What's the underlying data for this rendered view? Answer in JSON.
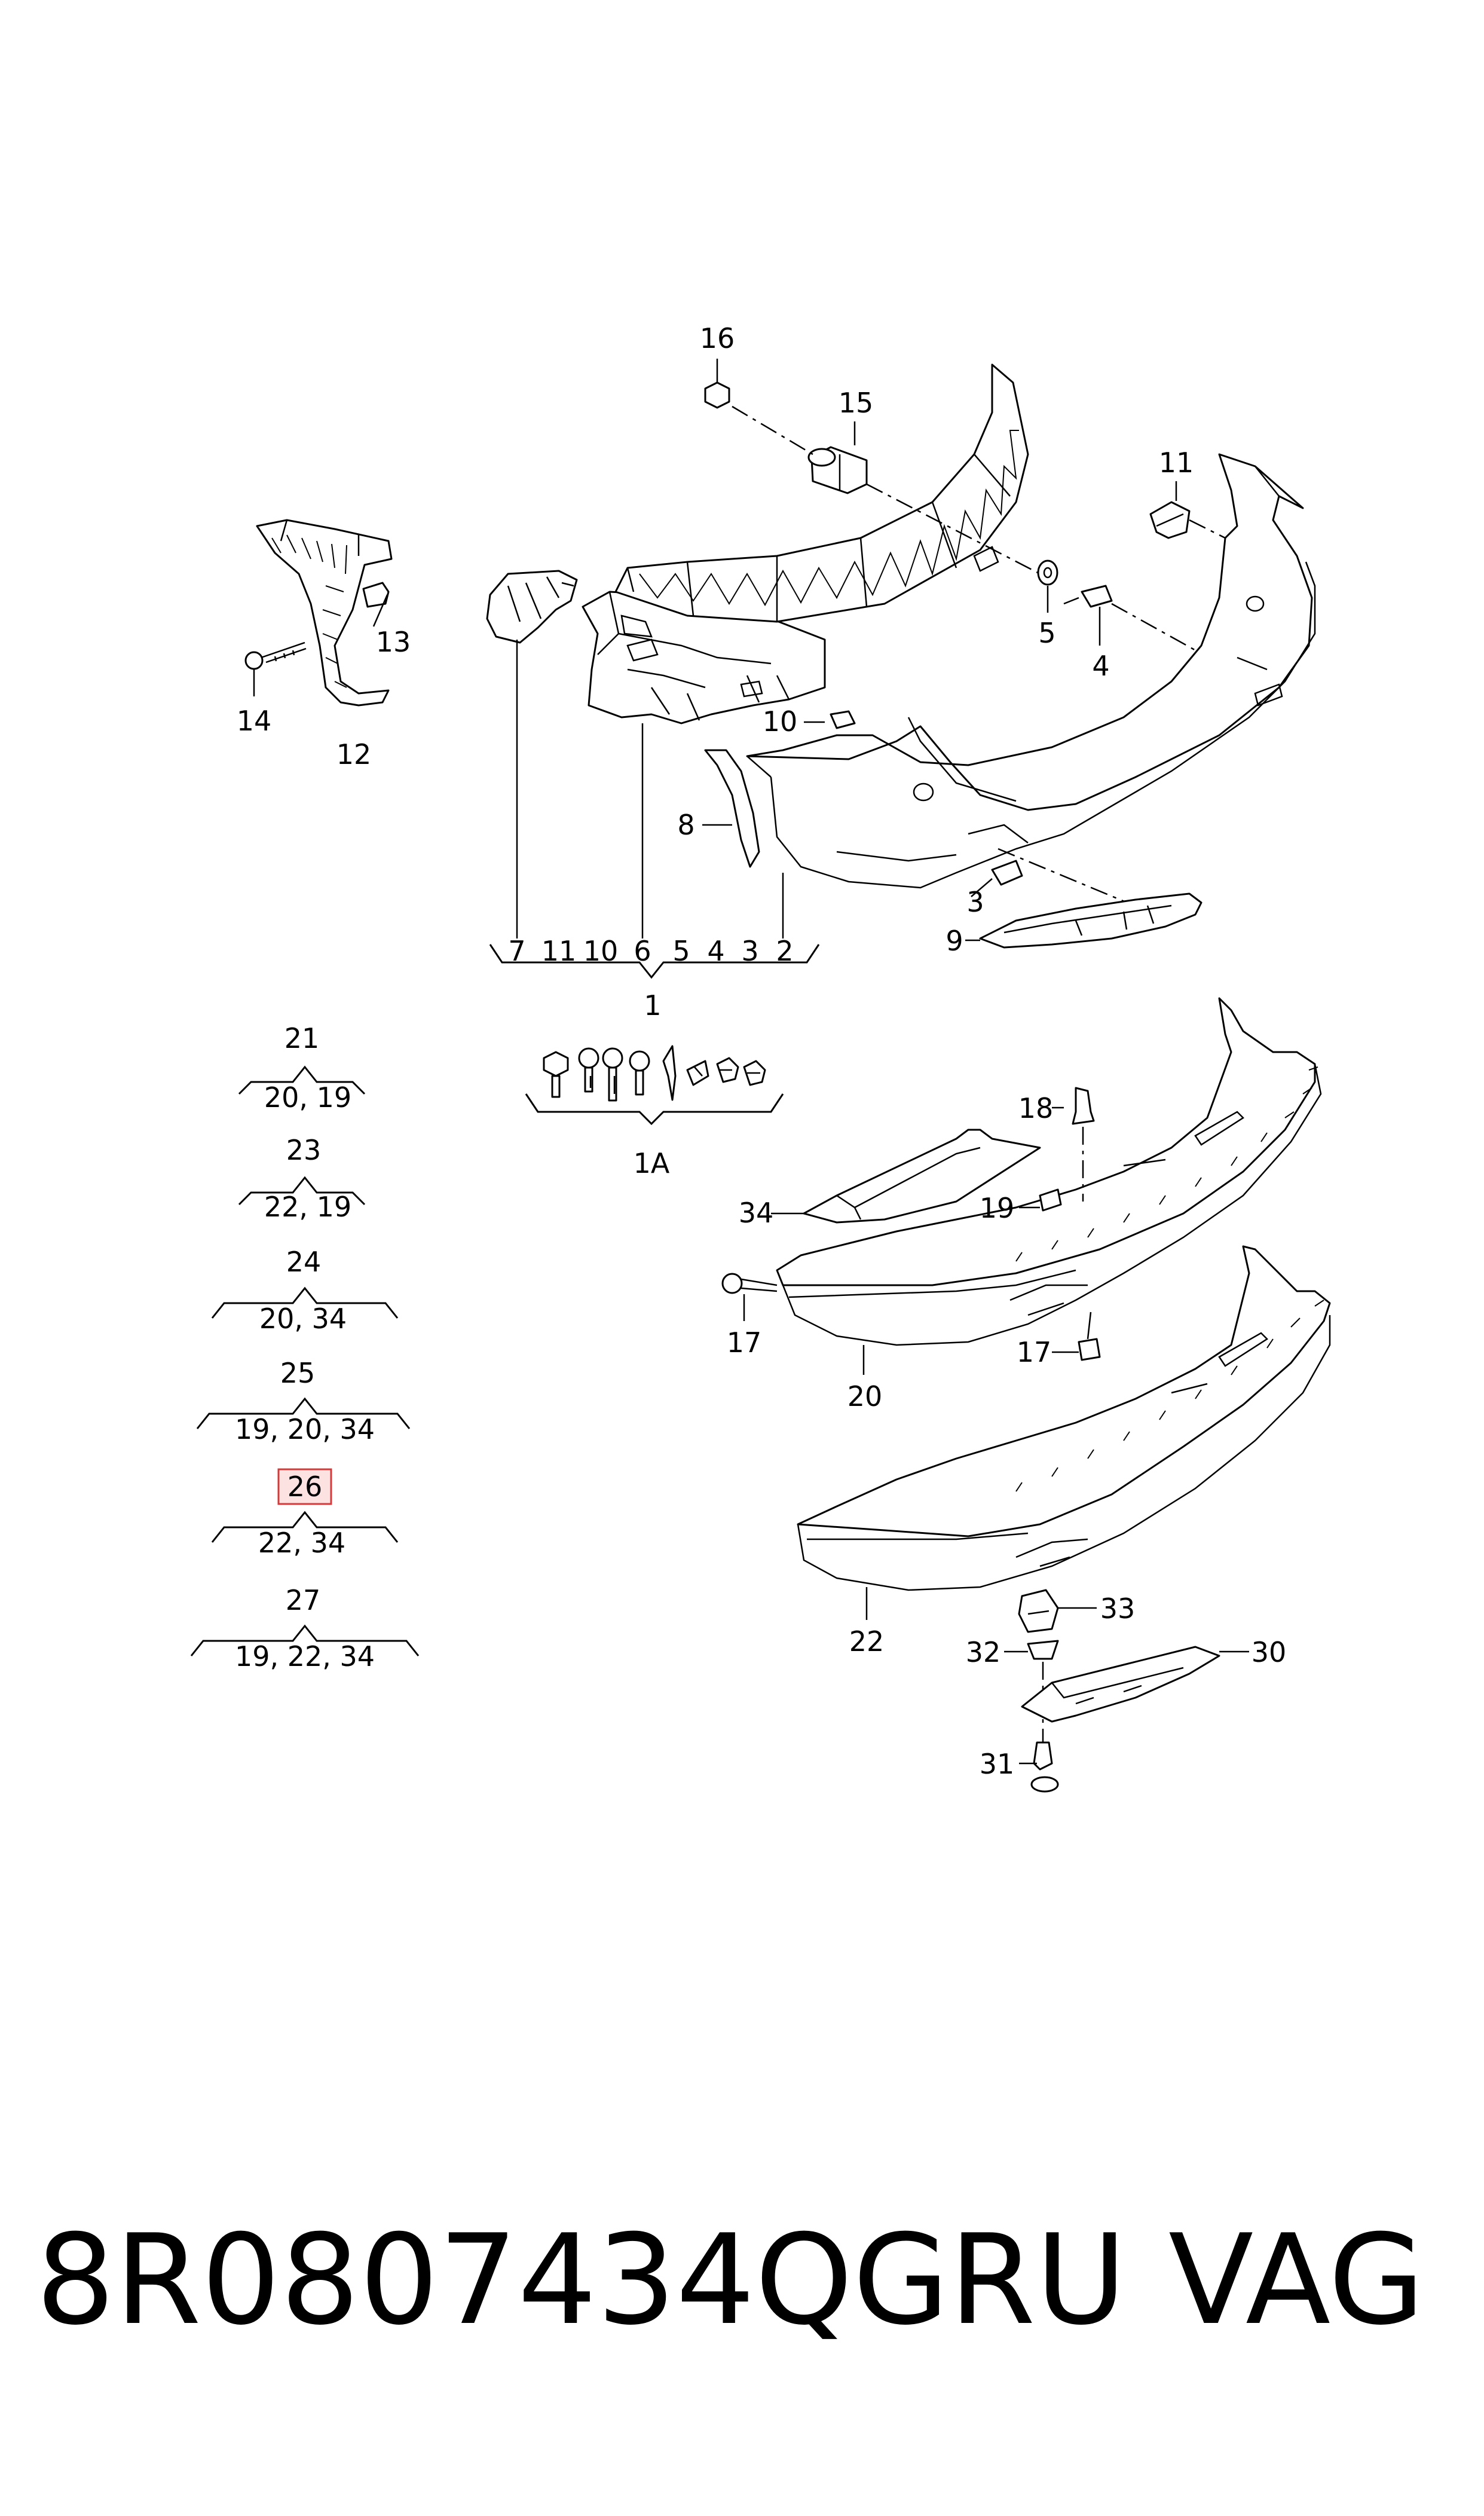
{
  "callouts": {
    "c16": "16",
    "c15": "15",
    "c11": "11",
    "c13": "13",
    "c14": "14",
    "c12": "12",
    "c5": "5",
    "c4": "4",
    "c10": "10",
    "c8": "8",
    "c3": "3",
    "c9": "9",
    "c18": "18",
    "c34": "34",
    "c19": "19",
    "c17a": "17",
    "c17b": "17",
    "c20": "20",
    "c22": "22",
    "c33": "33",
    "c32": "32",
    "c30": "30",
    "c31": "31"
  },
  "groups": {
    "g1": {
      "items": [
        "7",
        "11",
        "10",
        "6",
        "5",
        "4",
        "3",
        "2"
      ],
      "label": "1"
    },
    "g1a": {
      "label": "1A"
    },
    "g21": {
      "top": "21",
      "bottom": "20, 19"
    },
    "g23": {
      "top": "23",
      "bottom": "22, 19"
    },
    "g24": {
      "top": "24",
      "bottom": "20, 34"
    },
    "g25": {
      "top": "25",
      "bottom": "19, 20, 34"
    },
    "g26": {
      "top": "26",
      "bottom": "22, 34",
      "highlighted": true
    },
    "g27": {
      "top": "27",
      "bottom": "19, 22, 34"
    }
  },
  "footer": {
    "part_number": "8R0807434QGRU",
    "brand": "VAG"
  },
  "colors": {
    "line": "#000000",
    "highlight_fill": "#fde2e2",
    "highlight_border": "#d23b3b"
  }
}
